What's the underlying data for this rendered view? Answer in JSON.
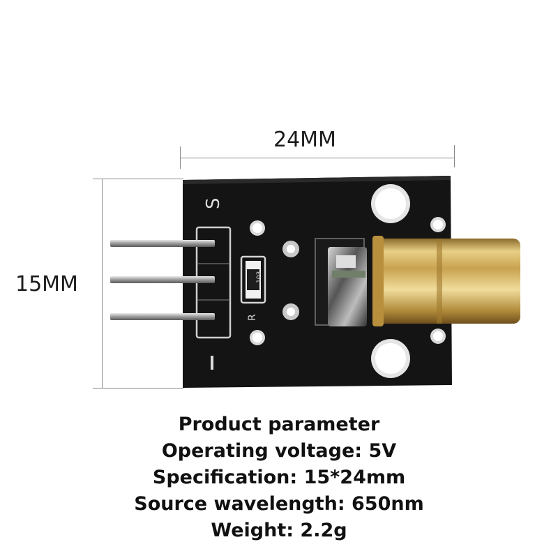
{
  "dimensions": {
    "width_label": "24MM",
    "height_label": "15MM"
  },
  "board": {
    "silk_signal": "S",
    "silk_minus": "-",
    "resistor_code": "103",
    "resistor_ref": "R"
  },
  "parameters": {
    "heading": "Product parameter",
    "operating_voltage": "Operating voltage: 5V",
    "specification": "Specification: 15*24mm",
    "source_wavelength": "Source wavelength: 650nm",
    "weight": "Weight: 2.2g"
  }
}
